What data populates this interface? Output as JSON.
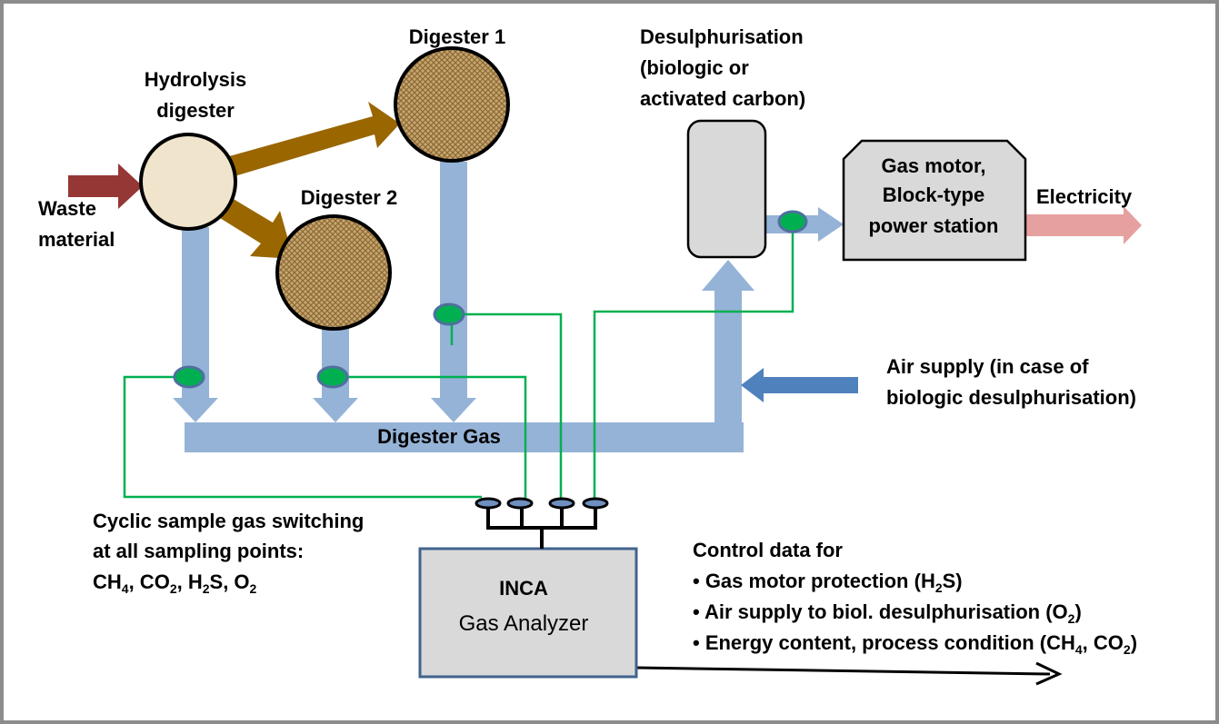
{
  "labels": {
    "hydrolysis_1": "Hydrolysis",
    "hydrolysis_2": "digester",
    "waste_1": "Waste",
    "waste_2": "material",
    "digester1": "Digester 1",
    "digester2": "Digester 2",
    "desulph_1": "Desulphurisation",
    "desulph_2": "(biologic or",
    "desulph_3": "activated carbon)",
    "motor_1": "Gas motor,",
    "motor_2": "Block-type",
    "motor_3": "power station",
    "electricity": "Electricity",
    "air_1": "Air supply  (in case of",
    "air_2": "biologic desulphurisation)",
    "digester_gas": "Digester Gas",
    "cyclic_1": "Cyclic sample gas switching",
    "cyclic_2": "at all sampling points:",
    "cyclic_3": {
      "ch": "CH",
      "ch_sub": "4",
      "co": ", CO",
      "co_sub": "2",
      "hs": ", H",
      "hs_sub": "2",
      "hs2": "S, O",
      "o_sub": "2"
    },
    "inca": "INCA",
    "analyzer": "Gas Analyzer",
    "control_title": "Control data for",
    "control_1": {
      "a": "• Gas motor protection (H",
      "sub": "2",
      "b": "S)"
    },
    "control_2": {
      "a": "• Air supply to biol. desulphurisation (O",
      "sub": "2",
      "b": ")"
    },
    "control_3": {
      "a": "• Energy content, process condition (CH",
      "sub1": "4",
      "b": ", CO",
      "sub2": "2",
      "c": ")"
    }
  },
  "colors": {
    "pipe": "#95b3d7",
    "waste_arrow": "#953735",
    "transfer_arrow": "#996600",
    "electricity_arrow": "#e6a0a0",
    "air_arrow": "#4f81bd",
    "sample_line": "#00b050",
    "valve": "#00b050",
    "box_fill": "#d9d9d9"
  }
}
